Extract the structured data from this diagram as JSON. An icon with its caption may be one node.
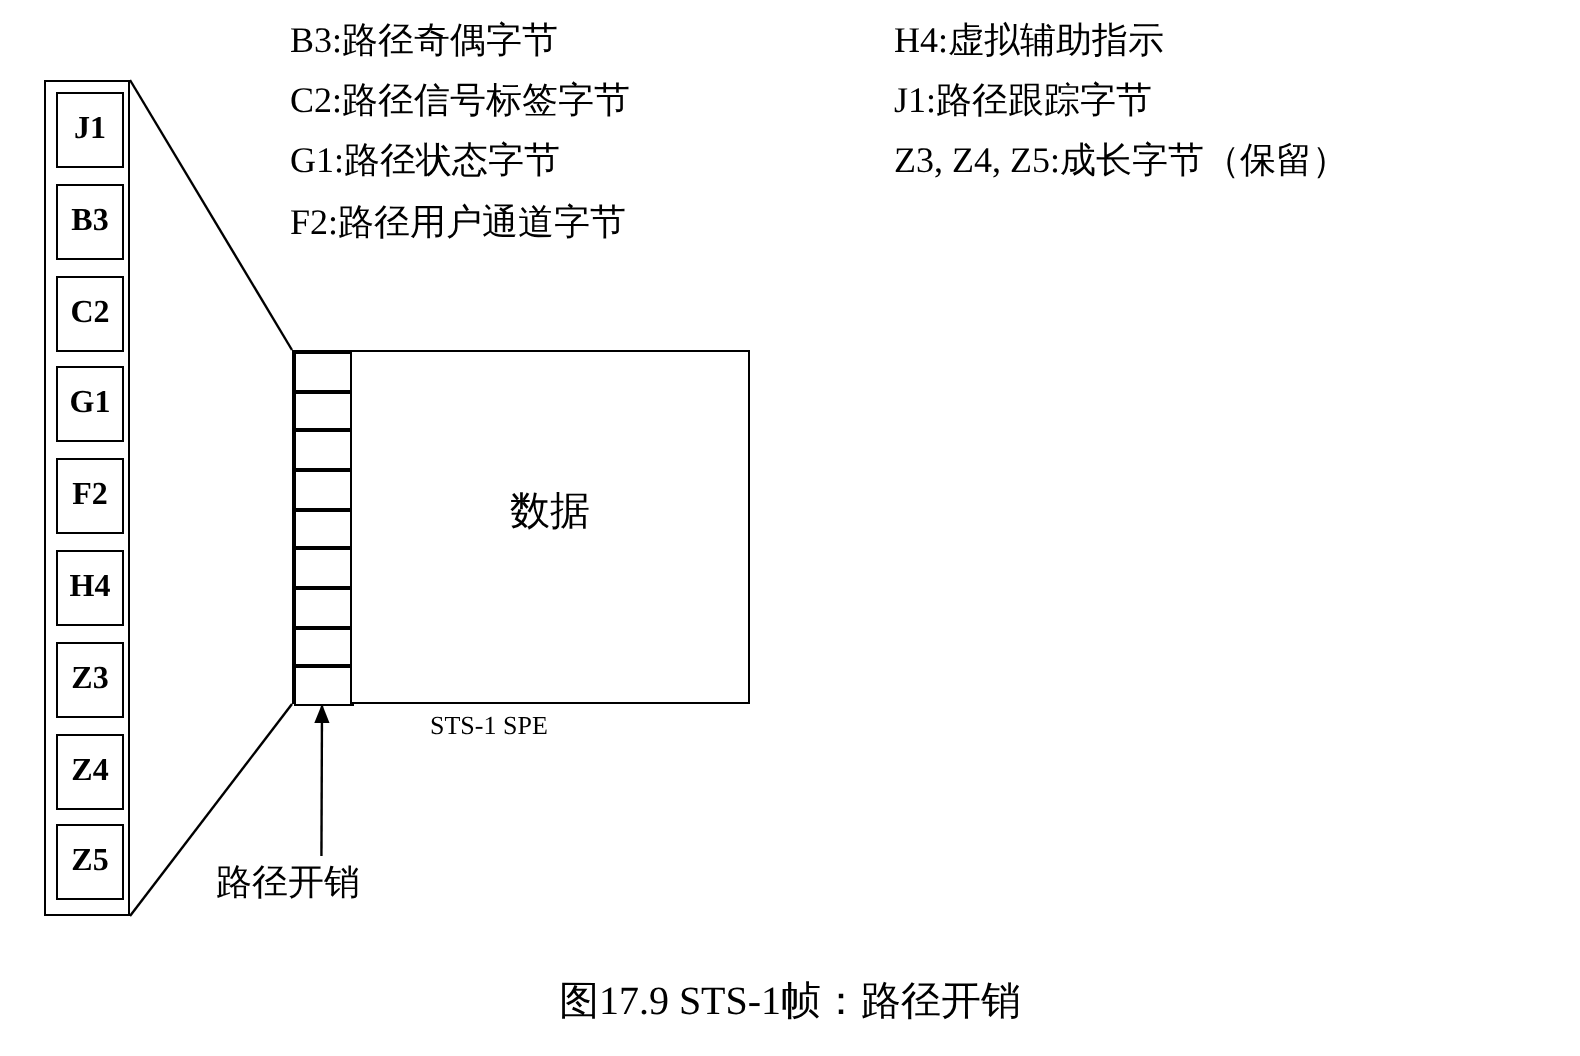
{
  "diagram": {
    "caption": "图17.9 STS-1帧：路径开销",
    "nodes": [
      {
        "text": [],
        "shape": "box"
      },
      {
        "text": [
          "J1"
        ],
        "in": 0
      },
      {
        "text": [
          "B3"
        ],
        "in": 0
      },
      {
        "text": [
          "C2"
        ],
        "in": 0
      },
      {
        "text": [
          "G1"
        ],
        "in": 0
      },
      {
        "text": [
          "F2"
        ],
        "in": 0
      },
      {
        "text": [
          "H4"
        ],
        "in": 0
      },
      {
        "text": [
          "Z3"
        ],
        "in": 0
      },
      {
        "text": [
          "Z4"
        ],
        "in": 0
      },
      {
        "text": [
          "Z5"
        ],
        "in": 0
      },
      {
        "text": [],
        "shape": "box"
      },
      {
        "text": [],
        "shape": "box",
        "in": 10
      },
      {
        "text": [],
        "shape": "box",
        "in": 10
      },
      {
        "text": [],
        "shape": "box",
        "in": 10
      },
      {
        "text": [],
        "shape": "box",
        "in": 10
      },
      {
        "text": [],
        "shape": "box",
        "in": 10
      },
      {
        "text": [],
        "shape": "box",
        "in": 10
      },
      {
        "text": [],
        "shape": "box",
        "in": 10
      },
      {
        "text": [],
        "shape": "box",
        "in": 10
      },
      {
        "text": [],
        "shape": "box",
        "in": 10
      },
      {
        "text": [
          "数据"
        ],
        "beside": [
          "STS-1 SPE"
        ]
      },
      {
        "text": [
          "路径开销"
        ]
      }
    ],
    "edges": [
      {
        "from": 10,
        "to": 0,
        "arrow": "none"
      },
      {
        "from": 10,
        "to": 0,
        "arrow": "none"
      },
      {
        "from": 21,
        "to": 10,
        "arrow": "to"
      }
    ],
    "labels": [
      "B3:路径奇偶字节",
      "H4:虚拟辅助指示",
      "C2:路径信号标签字节",
      "J1:路径跟踪字节",
      "G1:路径状态字节",
      "Z3, Z4, Z5:成长字节（保留）",
      "F2:路径用户通道字节"
    ]
  }
}
